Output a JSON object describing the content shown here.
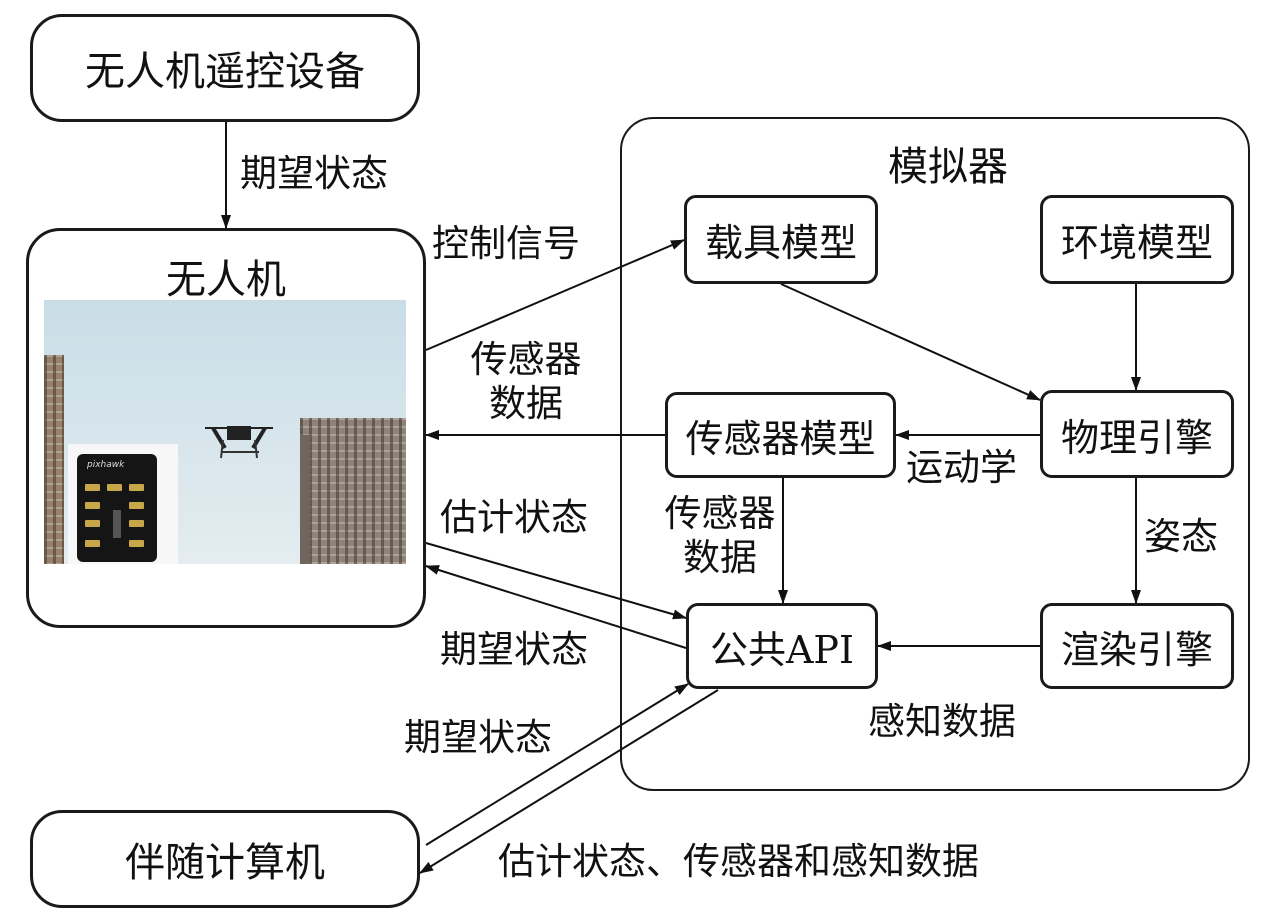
{
  "nodes": {
    "rc_device": "无人机遥控设备",
    "drone": "无人机",
    "simulator": "模拟器",
    "vehicle_model": "载具模型",
    "env_model": "环境模型",
    "sensor_model": "传感器模型",
    "physics_engine": "物理引擎",
    "public_api": "公共API",
    "render_engine": "渲染引擎",
    "companion_computer": "伴随计算机"
  },
  "edges": {
    "rc_to_drone": "期望状态",
    "control_signal": "控制信号",
    "sensor_data_to_drone_l1": "传感器",
    "sensor_data_to_drone_l2": "数据",
    "estimated_state": "估计状态",
    "desired_state_api": "期望状态",
    "kinematics": "运动学",
    "sensor_data_to_api_l1": "传感器",
    "sensor_data_to_api_l2": "数据",
    "pose": "姿态",
    "perception_data": "感知数据",
    "companion_desired_state": "期望状态",
    "companion_return": "估计状态、传感器和感知数据"
  },
  "photo": {
    "pixhawk_brand": "pixhawk"
  }
}
